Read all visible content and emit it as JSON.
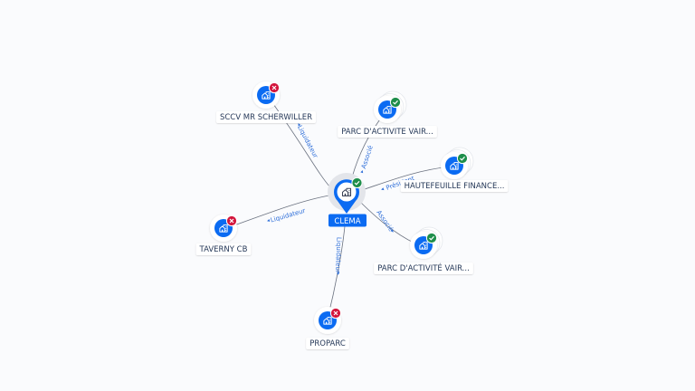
{
  "colors": {
    "background": "#FAFBFD",
    "node_blue": "#0B6BF2",
    "active_badge": "#1E8E4A",
    "inactive_badge": "#D3163D",
    "edge_label": "#2F6FD9",
    "label_text": "#253858"
  },
  "center": {
    "label": "CLEMA",
    "icon": "building-icon",
    "status": "active",
    "status_icon": "check-icon"
  },
  "nodes": [
    {
      "id": "sccv",
      "label": "SCCV MR SCHERWILLER",
      "icon": "building-icon",
      "status": "inactive",
      "status_icon": "close-icon",
      "stacked": false,
      "edge_label": "Liquidateur"
    },
    {
      "id": "parc1",
      "label": "PARC D'ACTIVITE VAIR...",
      "icon": "building-icon",
      "status": "active",
      "status_icon": "check-icon",
      "stacked": true,
      "edge_label": "Associé"
    },
    {
      "id": "hautefeuille",
      "label": "HAUTEFEUILLE FINANCE...",
      "icon": "building-icon",
      "status": "active",
      "status_icon": "check-icon",
      "stacked": true,
      "edge_label": "Président"
    },
    {
      "id": "parc2",
      "label": "PARC D'ACTIVITÉ VAIR...",
      "icon": "building-icon",
      "status": "active",
      "status_icon": "check-icon",
      "stacked": true,
      "edge_label": "Associé"
    },
    {
      "id": "proparc",
      "label": "PROPARC",
      "icon": "building-icon",
      "status": "inactive",
      "status_icon": "close-icon",
      "stacked": false,
      "edge_label": "Liquidateur"
    },
    {
      "id": "taverny",
      "label": "TAVERNY CB",
      "icon": "building-icon",
      "status": "inactive",
      "status_icon": "close-icon",
      "stacked": false,
      "edge_label": "Liquidateur"
    }
  ]
}
